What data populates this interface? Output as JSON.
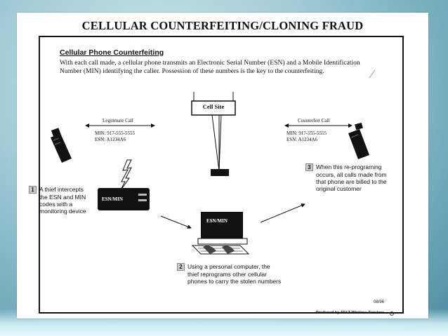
{
  "slide": {
    "title": "CELLULAR COUNTERFEITING/CLONING FRAUD",
    "subtitle": "Cellular Phone Counterfeiting",
    "intro": "With each call made, a cellular phone transmits an Electronic Serial Number (ESN) and a Mobile Identification Number (MIN) identifying the caller.  Possession of these numbers is the key to the counterfeiting."
  },
  "diagram": {
    "cell_site_label": "Cell Site",
    "legitimate_call": {
      "label": "Legitimate Call",
      "min": "MIN: 917-555-5555",
      "esn": "ESN: A1234A6"
    },
    "counterfeit_call": {
      "label": "Counterfeit Call",
      "min": "MIN: 917-555-5555",
      "esn": "ESN: A1234A6"
    },
    "monitor_device_label": "ESN/MIN",
    "computer_screen_label": "ESN/MIN",
    "steps": [
      {
        "num": "1",
        "text_lines": [
          "A thief intercepts",
          "the ESN and MIN",
          "codes with a",
          "monitoring device"
        ]
      },
      {
        "num": "2",
        "text_lines": [
          "Using a personal computer, the",
          "thief reprograms other cellular",
          "phones to carry the stolen numbers"
        ]
      },
      {
        "num": "3",
        "text_lines": [
          "When this re-programing",
          "occurs, all calls made from",
          "that phone are billed to the",
          "original customer"
        ]
      }
    ],
    "date": "08/96",
    "credit": "Produced by AT&T Wireless Services"
  }
}
